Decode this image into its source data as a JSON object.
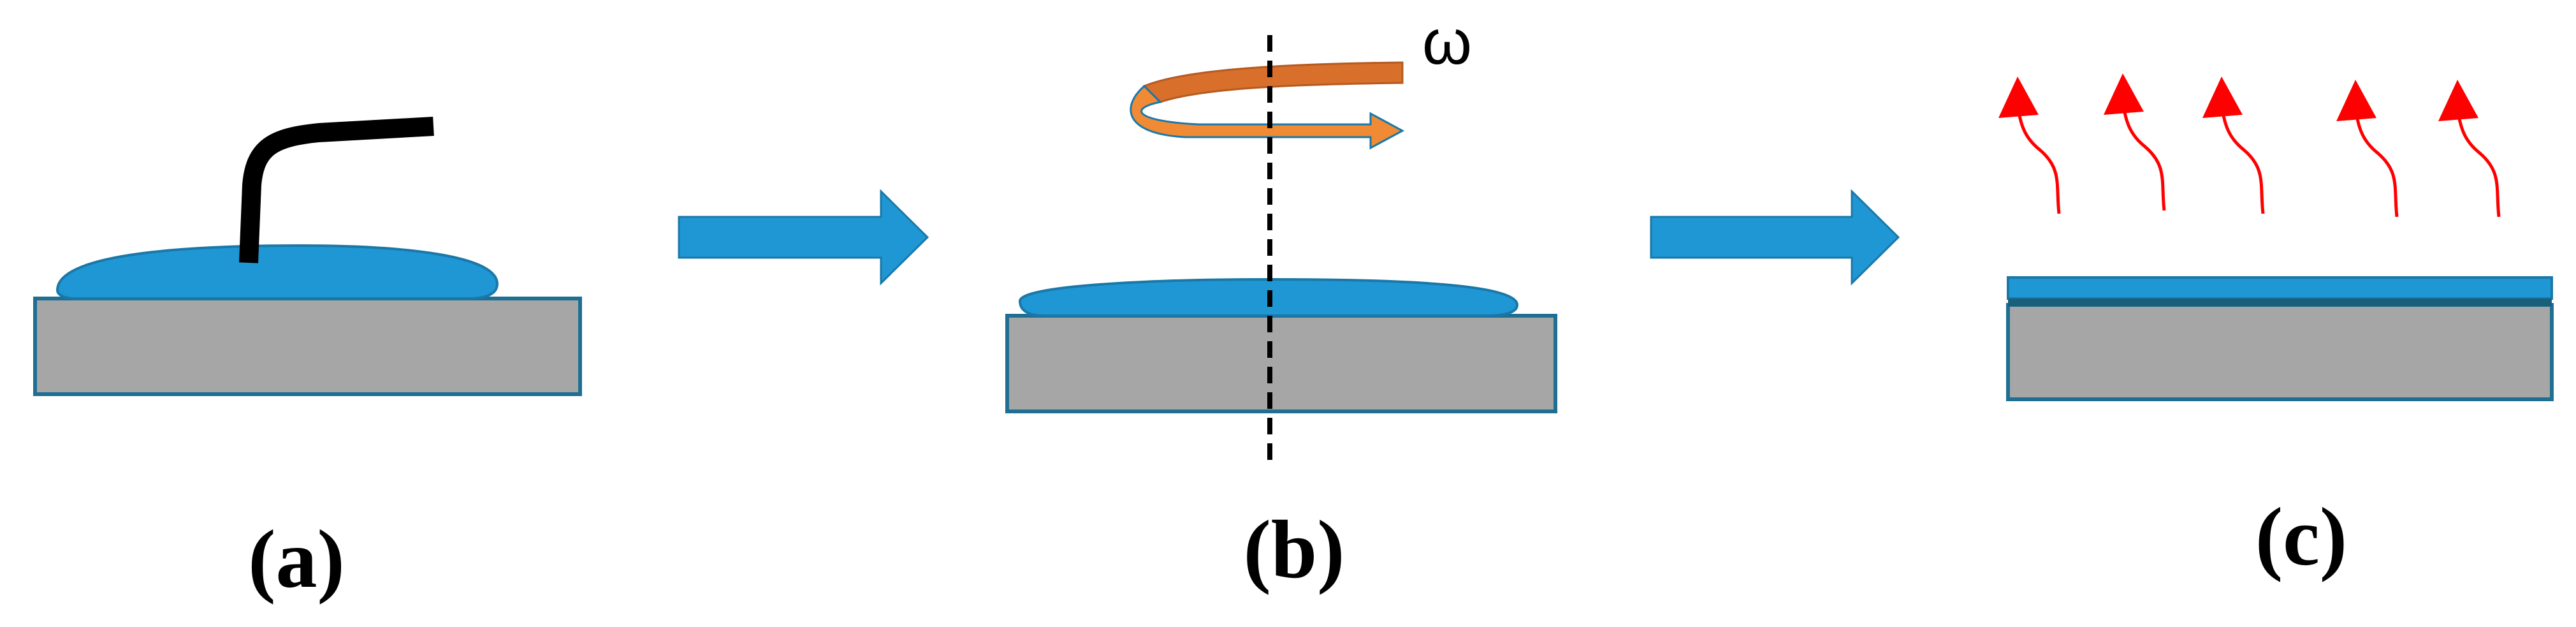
{
  "panels": {
    "a": {
      "label": "(a)"
    },
    "b": {
      "label": "(b)",
      "rotation_symbol": "ω"
    },
    "c": {
      "label": "(c)"
    }
  },
  "colors": {
    "substrate_fill": "#a6a6a6",
    "substrate_stroke": "#1f6f93",
    "droplet_fill": "#1f97d4",
    "droplet_stroke": "#1a78a8",
    "film_fill": "#1f97d4",
    "film_dark": "#1a5f7a",
    "arrow_fill": "#1f97d4",
    "rotation_back": "#d86f2a",
    "rotation_front": "#f08a34",
    "evaporation": "#ff0000",
    "dispenser": "#000000"
  }
}
